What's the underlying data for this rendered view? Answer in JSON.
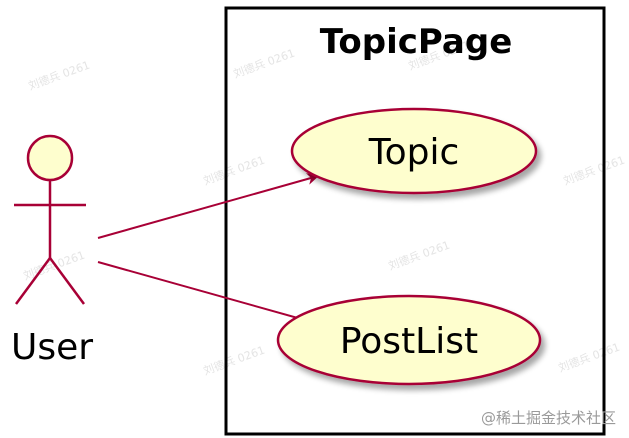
{
  "diagram": {
    "boundary": {
      "title": "TopicPage"
    },
    "actor": {
      "label": "User"
    },
    "use_cases": [
      {
        "label": "Topic"
      },
      {
        "label": "PostList"
      }
    ],
    "associations": [
      {
        "from": "User",
        "to": "Topic"
      },
      {
        "from": "User",
        "to": "PostList"
      }
    ]
  },
  "watermark": {
    "text": "刘德兵 0261"
  },
  "credit": {
    "text": "@稀土掘金技术社区"
  },
  "colors": {
    "usecase_fill": "#FEFECE",
    "stroke_dark": "#A80036",
    "arrow": "#A80036",
    "boundary": "#000000"
  }
}
